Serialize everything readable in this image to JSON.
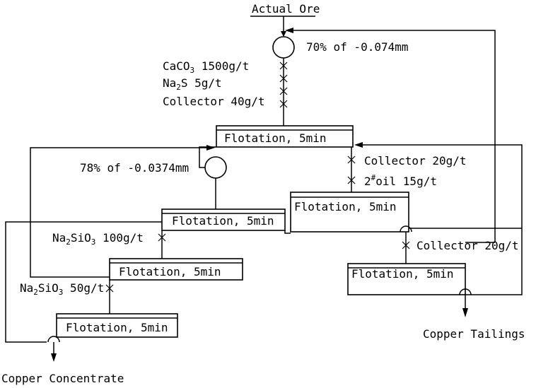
{
  "ore": {
    "label": "Actual Ore"
  },
  "grinding1": {
    "label": "70% of -0.074mm"
  },
  "grinding2": {
    "label": "78% of -0.0374mm"
  },
  "reagents_rougher": [
    {
      "pre": "CaCO",
      "sub": "3",
      "post": " 1500g/t"
    },
    {
      "pre": "Na",
      "sub": "2",
      "post": "S 5g/t"
    },
    {
      "pre": "Collector 40g/t",
      "sub": "",
      "post": ""
    }
  ],
  "reagents_scav1": [
    {
      "pre": "Collector 20g/t",
      "sup": "",
      "post": ""
    },
    {
      "pre": "2",
      "sup": "#",
      "post": "oil 15g/t"
    }
  ],
  "reagents_scav2": {
    "label": "Collector 20g/t"
  },
  "reagents_clean1": {
    "pre": "Na",
    "sub1": "2",
    "mid": "SiO",
    "sub2": "3",
    "post": " 100g/t"
  },
  "reagents_clean2": {
    "pre": "Na",
    "sub1": "2",
    "mid": "SiO",
    "sub2": "3",
    "post": " 50g/t"
  },
  "cells": {
    "rougher": "Flotation, 5min",
    "scavenger1": "Flotation, 5min",
    "scavenger2": "Flotation, 5min",
    "cleaner1": "Flotation, 5min",
    "cleaner2": "Flotation, 5min",
    "cleaner3": "Flotation, 5min"
  },
  "products": {
    "concentrate": "Copper Concentrate",
    "tailings": "Copper Tailings"
  }
}
